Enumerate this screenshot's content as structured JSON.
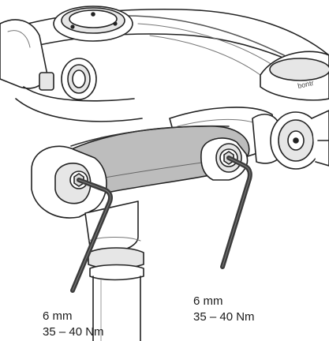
{
  "callouts": {
    "left": {
      "size": "6 mm",
      "torque": "35 – 40 Nm"
    },
    "right": {
      "size": "6 mm",
      "torque": "35 – 40 Nm"
    }
  },
  "colors": {
    "outline": "#222222",
    "fill": "#ffffff",
    "shade_light": "#e6e6e6",
    "shade_mid": "#bdbdbd",
    "shade_dark": "#8a8a8a",
    "wrench": "#3c3c3c"
  },
  "icons": {
    "wrench": "hex-key-icon",
    "bolt": "hex-bolt-icon"
  }
}
